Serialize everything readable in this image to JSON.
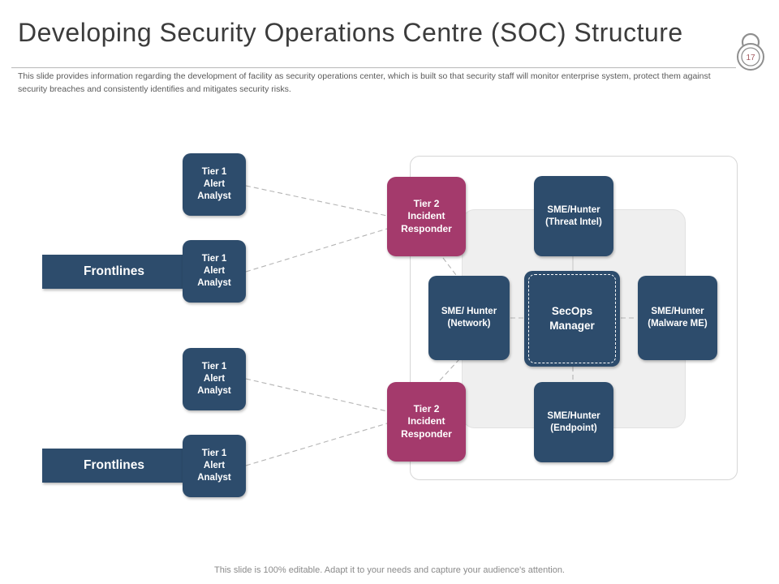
{
  "slide": {
    "title": "Developing Security Operations Centre (SOC) Structure",
    "slide_number": "17",
    "subtitle_lines": [
      "This slide provides information regarding the development of facility as security operations center, which is built so that security staff will monitor enterprise system, protect them against",
      "security breaches and consistently identifies and mitigates security risks."
    ],
    "footer": "This slide is 100% editable. Adapt it to your needs and capture your audience's attention."
  },
  "colors": {
    "navy_box": "#2d4c6c",
    "magenta_box": "#a43a6c",
    "panel_fill": "#efefef",
    "connector_gray": "#b4b4b4",
    "title_text": "#3c3c3c",
    "slide_number_text": "#a2595f"
  },
  "diagram": {
    "frontline_label": "Frontlines",
    "tier1_label": "Tier 1\nAlert\nAnalyst",
    "tier2_label": "Tier 2\nIncident\nResponder",
    "nodes": {
      "threat_intel": "SME/Hunter\n(Threat Intel)",
      "network": "SME/ Hunter\n(Network)",
      "secops": "SecOps\nManager",
      "malware": "SME/Hunter\n(Malware ME)",
      "endpoint": "SME/Hunter\n(Endpoint)"
    }
  }
}
